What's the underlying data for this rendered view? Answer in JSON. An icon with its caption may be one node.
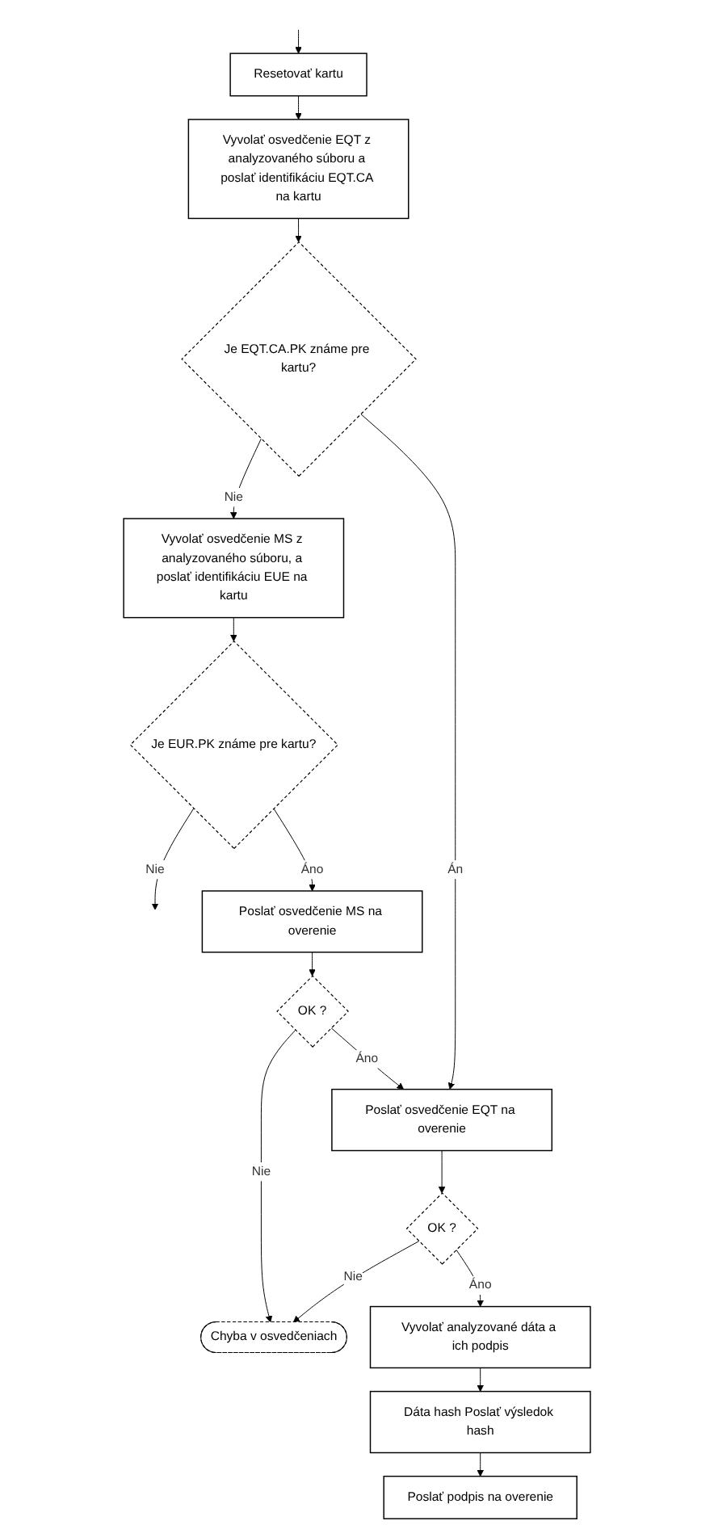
{
  "diagram": {
    "nodes": [
      {
        "text": [
          "Resetovať kartu"
        ]
      },
      {
        "text": [
          "Vyvolať osvedčenie EQT z analyzovaného súboru a poslať identifikáciu EQT.CA na kartu"
        ]
      },
      {
        "text": [
          "Je EQT.CA.PK známe pre kartu?"
        ]
      },
      {
        "text": [
          "Vyvolať osvedčenie MS z analyzovaného súboru, a poslať identifikáciu EUE na kartu"
        ]
      },
      {
        "text": [
          "Je EUR.PK známe pre kartu?"
        ]
      },
      {
        "text": [
          "Poslať osvedčenie MS na overenie"
        ]
      },
      {
        "text": [
          "OK ?"
        ]
      },
      {
        "text": [
          "Poslať osvedčenie EQT na overenie"
        ]
      },
      {
        "text": [
          "OK ?"
        ]
      },
      {
        "text": [
          "Chyba v osvedčeniach"
        ]
      },
      {
        "text": [
          "Vyvolať analyzované dáta a ich podpis"
        ]
      },
      {
        "text": [
          "Dáta hash Poslať výsledok hash"
        ]
      },
      {
        "text": [
          "Poslať podpis na overenie"
        ]
      }
    ],
    "edges": [
      {
        "from": null,
        "to": 0,
        "arrow": "to"
      },
      {
        "from": 0,
        "to": 1,
        "arrow": "to"
      },
      {
        "from": 1,
        "to": 2,
        "arrow": "to"
      },
      {
        "from": 2,
        "to": 3,
        "arrow": "to",
        "label": "Nie"
      },
      {
        "from": 2,
        "to": 7,
        "arrow": "to",
        "label": "Án"
      },
      {
        "from": 3,
        "to": 4,
        "arrow": "to"
      },
      {
        "from": 4,
        "to": null,
        "arrow": "to",
        "label": "Nie"
      },
      {
        "from": 4,
        "to": 5,
        "arrow": "to",
        "label": "Áno"
      },
      {
        "from": 5,
        "to": 6,
        "arrow": "to"
      },
      {
        "from": 6,
        "to": 9,
        "arrow": "to",
        "label": "Nie"
      },
      {
        "from": 6,
        "to": 7,
        "arrow": "to",
        "label": "Áno"
      },
      {
        "from": 7,
        "to": 8,
        "arrow": "to"
      },
      {
        "from": 8,
        "to": 9,
        "arrow": "to",
        "label": "Nie"
      },
      {
        "from": 8,
        "to": 10,
        "arrow": "to",
        "label": "Áno"
      },
      {
        "from": 10,
        "to": 11,
        "arrow": "to"
      },
      {
        "from": 11,
        "to": 12,
        "arrow": "to"
      }
    ]
  }
}
